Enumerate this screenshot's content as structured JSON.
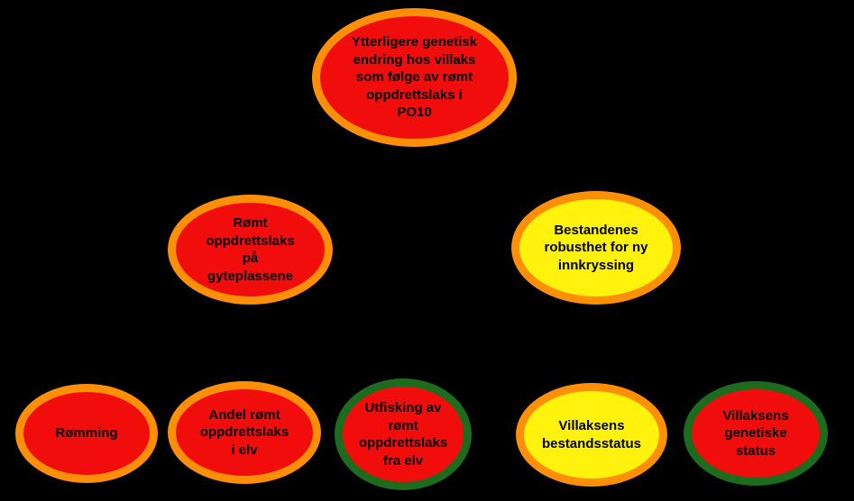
{
  "diagram": {
    "background_color": "#000000",
    "text_color": "#000000",
    "status_colors": {
      "red_fill": "#F20D0D",
      "yellow_fill": "#FFF20D",
      "orange_border": "#FF8F06",
      "green_border": "#1D6B1D"
    }
  },
  "nodes": [
    {
      "id": "root",
      "label": "Ytterligere genetisk\nendring hos villaks\nsom følge av rømt\noppdrettslaks i\nPO10",
      "fill_color": "#F20D0D",
      "border_color": "#FF8F06",
      "row": "top"
    },
    {
      "id": "romt-oppdrettslaks-gyteplassene",
      "label": "Rømt\noppdrettslaks\npå\ngyteplassene",
      "fill_color": "#F20D0D",
      "border_color": "#FF8F06",
      "row": "middle"
    },
    {
      "id": "bestandenes-robusthet",
      "label": "Bestandenes\nrobusthet for ny\ninnkryssing",
      "fill_color": "#FFF20D",
      "border_color": "#FF8F06",
      "row": "middle"
    },
    {
      "id": "romming",
      "label": "Rømming",
      "fill_color": "#F20D0D",
      "border_color": "#FF8F06",
      "row": "bottom"
    },
    {
      "id": "andel-romt-i-elv",
      "label": "Andel rømt\noppdrettslaks\ni elv",
      "fill_color": "#F20D0D",
      "border_color": "#FF8F06",
      "row": "bottom"
    },
    {
      "id": "utfisking-fra-elv",
      "label": "Utfisking av\nrømt\noppdrettslaks\nfra elv",
      "fill_color": "#F20D0D",
      "border_color": "#1D6B1D",
      "row": "bottom"
    },
    {
      "id": "villaksens-bestandsstatus",
      "label": "Villaksens\nbestandsstatus",
      "fill_color": "#FFF20D",
      "border_color": "#FF8F06",
      "row": "bottom"
    },
    {
      "id": "villaksens-genetiske-status",
      "label": "Villaksens\ngenetiske\nstatus",
      "fill_color": "#F20D0D",
      "border_color": "#1D6B1D",
      "row": "bottom"
    }
  ]
}
